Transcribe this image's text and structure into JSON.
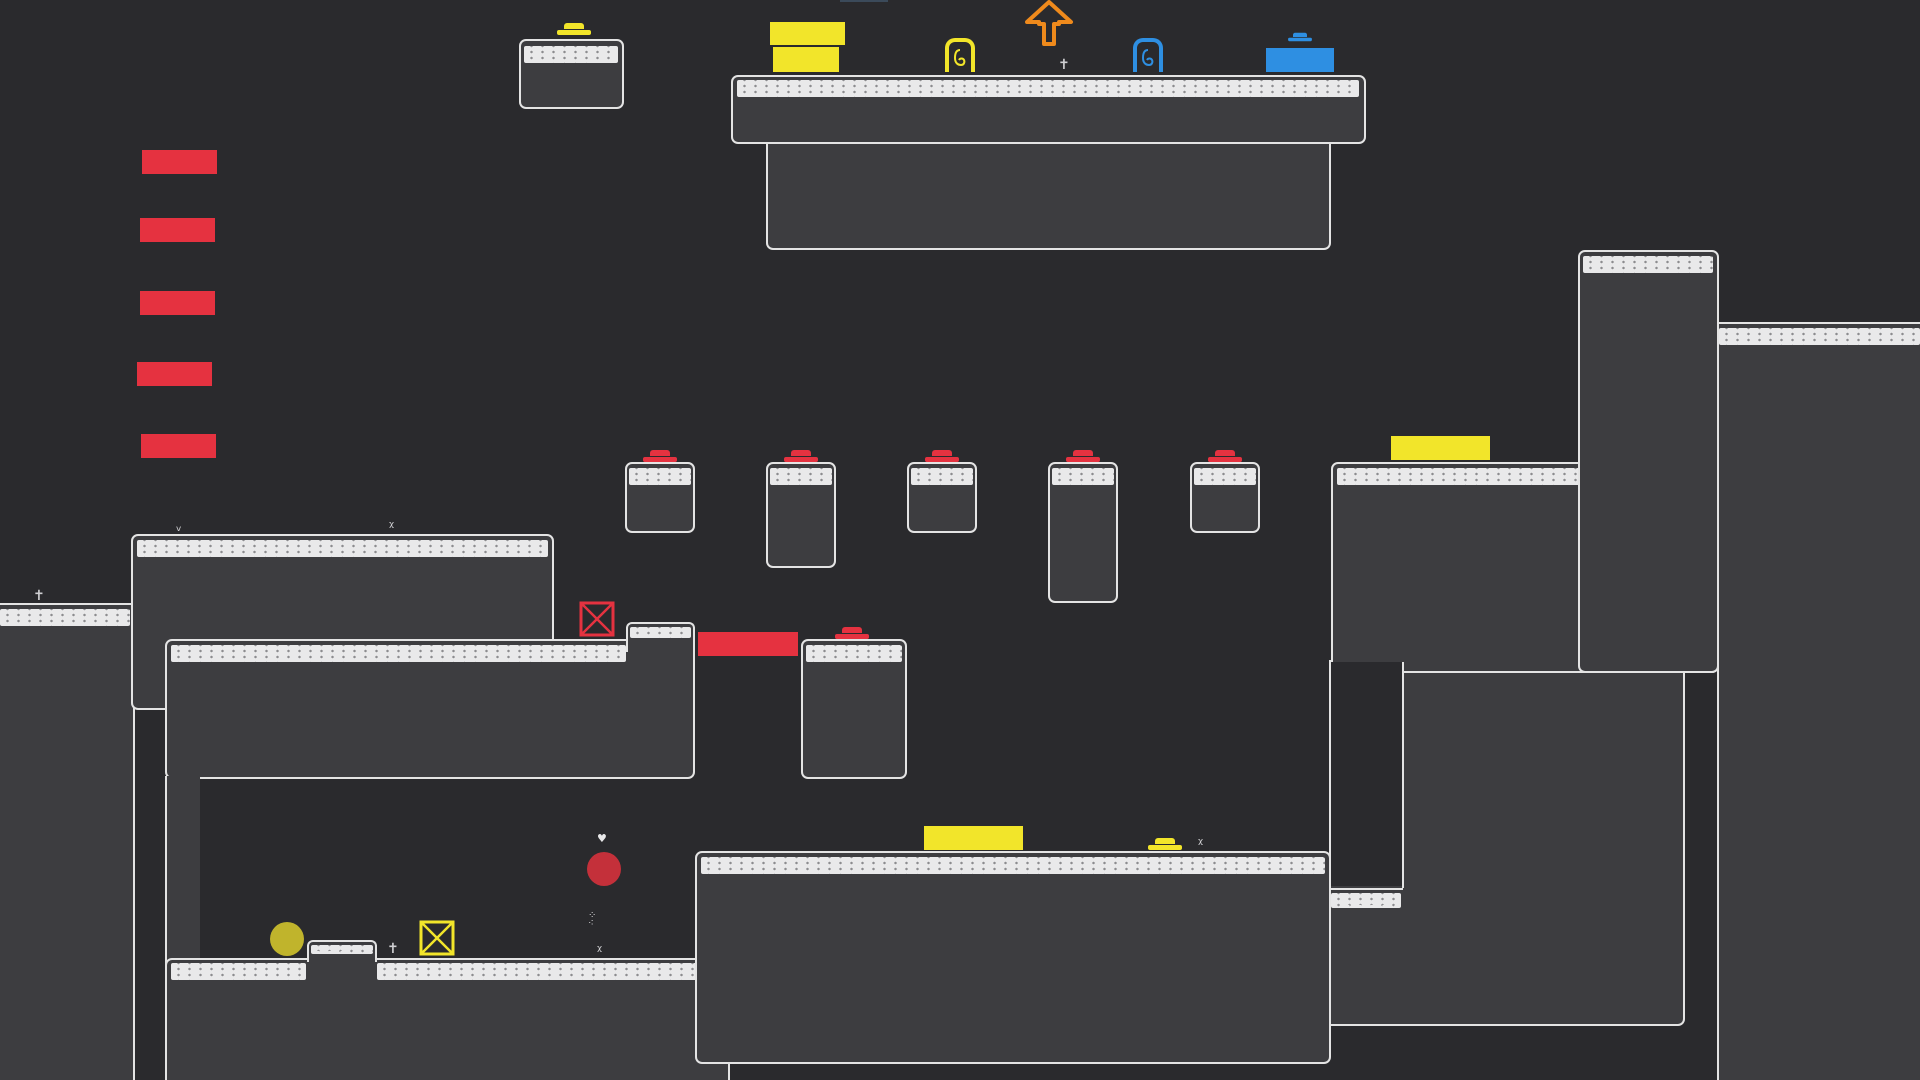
{
  "scene": {
    "type": "puzzle-platformer",
    "style": "minimal flat, snow-capped platforms",
    "colors": {
      "background": "#2a2a2d",
      "platform_fill": "#3d3d40",
      "platform_outline": "#e4e4e4",
      "snow": "#e9e9ea",
      "red": "#e53240",
      "yellow": "#f2e52a",
      "blue": "#2e8fe2",
      "orange": "#ef8a1c",
      "red_ball": "#c4303a",
      "yellow_ball": "#c0b42c"
    }
  },
  "objects": {
    "red_bars_left": {
      "count": 5,
      "color": "red"
    },
    "red_buttons_on_pillars": {
      "count": 6,
      "color": "red"
    },
    "red_block_bridge": {
      "color": "red"
    },
    "yellow_blocks": {
      "count": 3,
      "color": "yellow"
    },
    "yellow_gate_top": {
      "color": "yellow"
    },
    "yellow_buttons": {
      "count": 2,
      "color": "yellow"
    },
    "blue_block": {
      "color": "blue"
    },
    "blue_button": {
      "count": 1,
      "color": "blue"
    },
    "yellow_exit_door": {
      "icon": "spiral-icon",
      "color": "yellow"
    },
    "blue_exit_door": {
      "icon": "spiral-icon",
      "color": "blue"
    },
    "orange_up_arrow": {
      "icon": "arrow-up-icon",
      "color": "orange"
    },
    "red_crate": {
      "icon": "x-crate-icon",
      "color": "red"
    },
    "yellow_crate": {
      "icon": "x-crate-icon",
      "color": "yellow"
    },
    "red_player_ball": {
      "color": "red",
      "indicator": "heart-icon"
    },
    "yellow_player_ball": {
      "color": "yellow"
    }
  }
}
